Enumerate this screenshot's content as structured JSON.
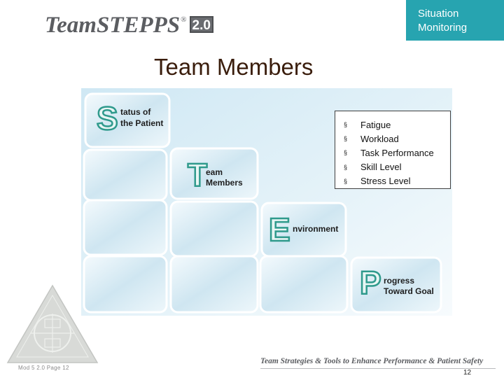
{
  "header": {
    "logo_text": "TeamSTEPPS",
    "logo_registered": "®",
    "logo_version": "2.0",
    "section_tab": "Situation Monitoring"
  },
  "title": "Team Members",
  "diagram": {
    "status": {
      "letter": "S",
      "label_line1": "tatus of",
      "label_line2": "the Patient"
    },
    "team": {
      "letter": "T",
      "label_line1": "eam",
      "label_line2": "Members"
    },
    "environment": {
      "letter": "E",
      "label_line1": "nvironment"
    },
    "progress": {
      "letter": "P",
      "label_line1": "rogress",
      "label_line2": "Toward Goal"
    }
  },
  "bullet_marker": "§",
  "bullets": [
    "Fatigue",
    "Workload",
    "Task Performance",
    "Skill Level",
    "Stress Level"
  ],
  "footer": {
    "module_page": "Mod 5  2.0   Page 12",
    "tagline": "Team Strategies & Tools to Enhance Performance & Patient Safety",
    "page_number": "12"
  },
  "colors": {
    "accent_teal": "#27a4b0",
    "letter_green": "#2f9a8c",
    "title_brown": "#3a1d0c",
    "logo_gray": "#5b5d61"
  }
}
